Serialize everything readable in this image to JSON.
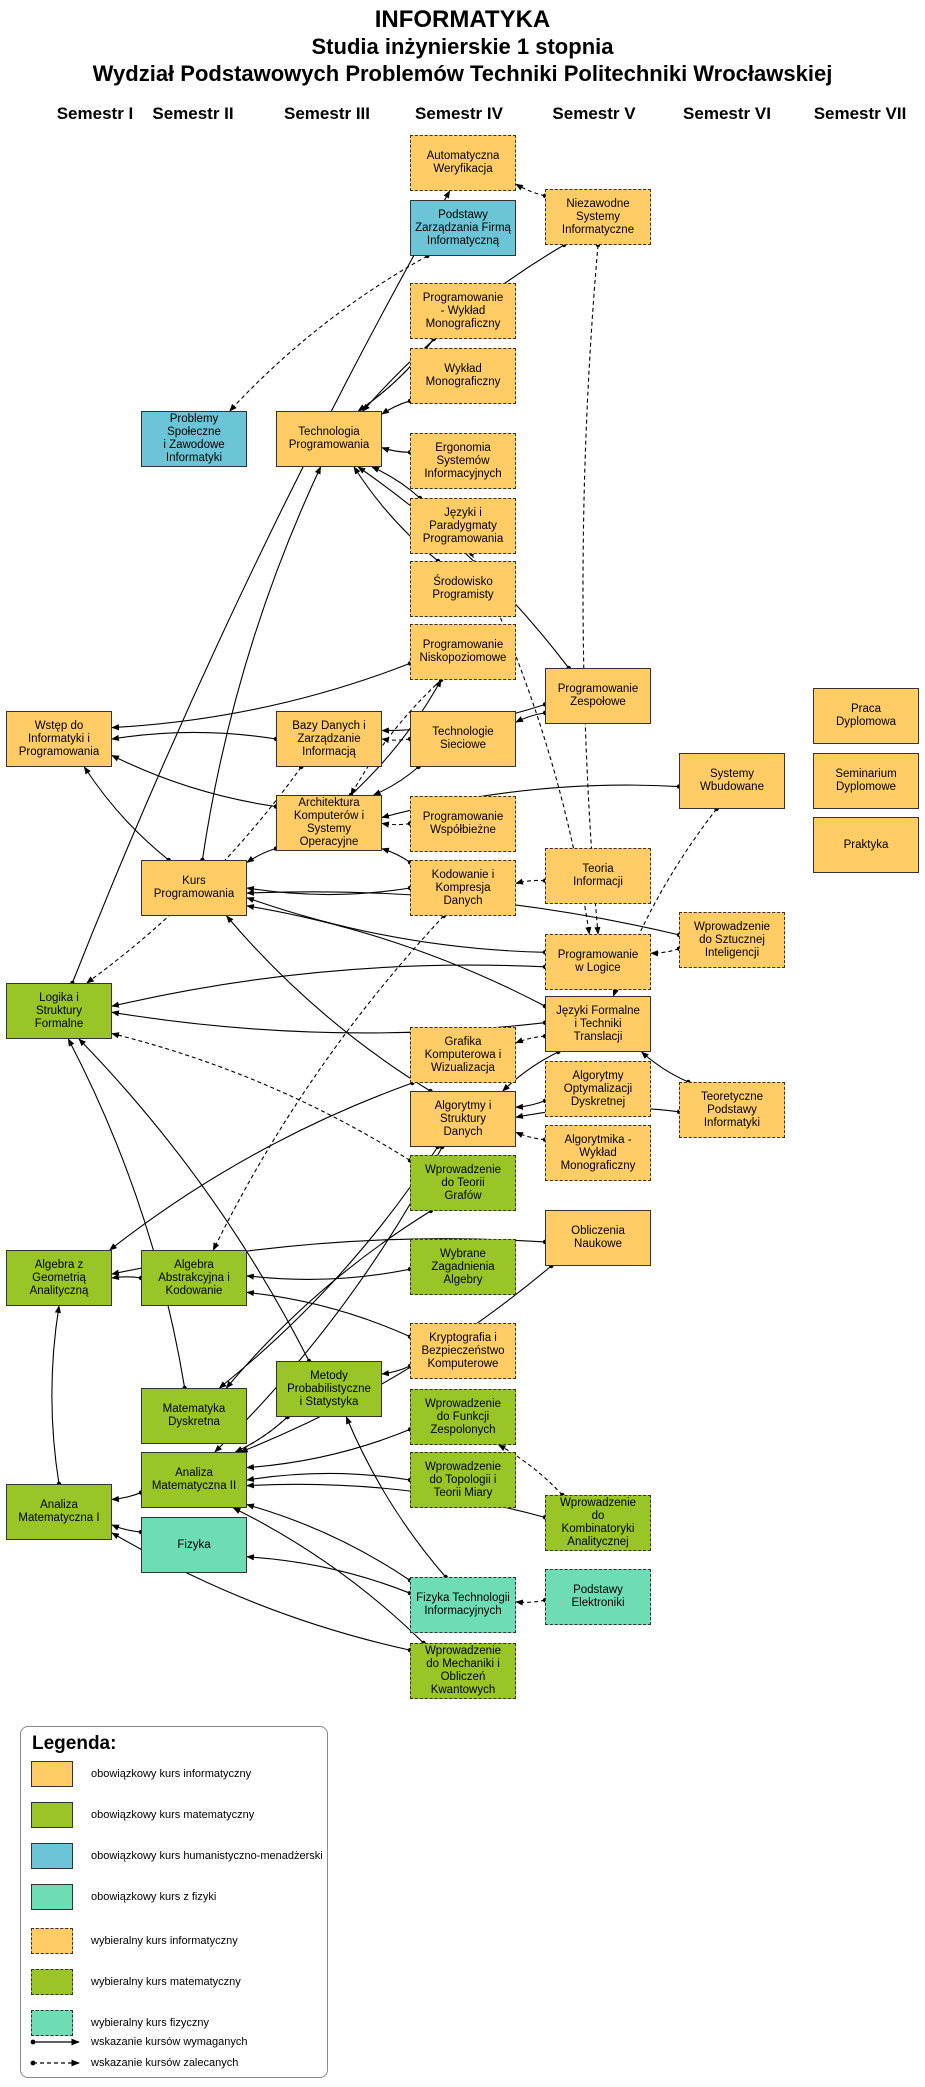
{
  "title": {
    "line1": "INFORMATYKA",
    "line2": "Studia inżynierskie 1 stopnia",
    "line3": "Wydział Podstawowych Problemów Techniki Politechniki Wrocławskiej"
  },
  "semesters": [
    "Semestr I",
    "Semestr II",
    "Semestr III",
    "Semestr IV",
    "Semestr V",
    "Semestr VI",
    "Semestr VII"
  ],
  "colors": {
    "informatics": "#FFCC66",
    "mathematics": "#99C626",
    "humanities": "#6CC5D6",
    "physics": "#6EDCB4"
  },
  "courses": [
    {
      "id": "aw",
      "label": "Automatyczna\nWeryfikacja",
      "cat": "inf",
      "style": "dashed"
    },
    {
      "id": "nsi",
      "label": "Niezawodne\nSystemy\nInformatyczne",
      "cat": "inf",
      "style": "dashed"
    },
    {
      "id": "pzf",
      "label": "Podstawy\nZarządzania Firmą\nInformatyczną",
      "cat": "hum",
      "style": "solid"
    },
    {
      "id": "pwm",
      "label": "Programowanie\n- Wykład\nMonograficzny",
      "cat": "inf",
      "style": "dashed"
    },
    {
      "id": "wm",
      "label": "Wykład\nMonograficzny",
      "cat": "inf",
      "style": "dashed"
    },
    {
      "id": "psz",
      "label": "Problemy Społeczne\ni Zawodowe\nInformatyki",
      "cat": "hum",
      "style": "solid"
    },
    {
      "id": "tp",
      "label": "Technologia\nProgramowania",
      "cat": "inf",
      "style": "solid"
    },
    {
      "id": "esi",
      "label": "Ergonomia\nSystemów\nInformacyjnych",
      "cat": "inf",
      "style": "dashed"
    },
    {
      "id": "jpp",
      "label": "Języki i\nParadygmaty\nProgramowania",
      "cat": "inf",
      "style": "dashed"
    },
    {
      "id": "sp",
      "label": "Środowisko\nProgramisty",
      "cat": "inf",
      "style": "dashed"
    },
    {
      "id": "pn",
      "label": "Programowanie\nNiskopoziomowe",
      "cat": "inf",
      "style": "dashed"
    },
    {
      "id": "pz",
      "label": "Programowanie\nZespołowe",
      "cat": "inf",
      "style": "solid"
    },
    {
      "id": "wip",
      "label": "Wstęp do\nInformatyki i\nProgramowania",
      "cat": "inf",
      "style": "solid"
    },
    {
      "id": "bdz",
      "label": "Bazy Danych i\nZarządzanie\nInformacją",
      "cat": "inf",
      "style": "solid"
    },
    {
      "id": "ts",
      "label": "Technologie\nSieciowe",
      "cat": "inf",
      "style": "solid"
    },
    {
      "id": "pd",
      "label": "Praca\nDyplomowa",
      "cat": "inf",
      "style": "solid"
    },
    {
      "id": "sd",
      "label": "Seminarium\nDyplomowe",
      "cat": "inf",
      "style": "solid"
    },
    {
      "id": "pr",
      "label": "Praktyka",
      "cat": "inf",
      "style": "solid"
    },
    {
      "id": "sw",
      "label": "Systemy\nWbudowane",
      "cat": "inf",
      "style": "solid"
    },
    {
      "id": "akso",
      "label": "Architektura\nKomputerów i\nSystemy\nOperacyjne",
      "cat": "inf",
      "style": "solid"
    },
    {
      "id": "pws",
      "label": "Programowanie\nWspółbieżne",
      "cat": "inf",
      "style": "dashed"
    },
    {
      "id": "ti",
      "label": "Teoria\nInformacji",
      "cat": "inf",
      "style": "dashed"
    },
    {
      "id": "kp",
      "label": "Kurs\nProgramowania",
      "cat": "inf",
      "style": "solid"
    },
    {
      "id": "kkd",
      "label": "Kodowanie i\nKompresja\nDanych",
      "cat": "inf",
      "style": "dashed"
    },
    {
      "id": "wsi",
      "label": "Wprowadzenie\ndo Sztucznej\nInteligencji",
      "cat": "inf",
      "style": "dashed"
    },
    {
      "id": "pwl",
      "label": "Programowanie\nw Logice",
      "cat": "inf",
      "style": "dashed"
    },
    {
      "id": "lsf",
      "label": "Logika i\nStruktury\nFormalne",
      "cat": "mat",
      "style": "solid"
    },
    {
      "id": "jftt",
      "label": "Języki Formalne\ni Techniki\nTranslacji",
      "cat": "inf",
      "style": "solid"
    },
    {
      "id": "gkw",
      "label": "Grafika\nKomputerowa i\nWizualizacja",
      "cat": "inf",
      "style": "dashed"
    },
    {
      "id": "aod",
      "label": "Algorytmy\nOptymalizacji\nDyskretnej",
      "cat": "inf",
      "style": "dashed"
    },
    {
      "id": "tpi",
      "label": "Teoretyczne\nPodstawy\nInformatyki",
      "cat": "inf",
      "style": "dashed"
    },
    {
      "id": "aisd",
      "label": "Algorytmy i\nStruktury\nDanych",
      "cat": "inf",
      "style": "solid"
    },
    {
      "id": "awm",
      "label": "Algorytmika -\nWykład\nMonograficzny",
      "cat": "inf",
      "style": "dashed"
    },
    {
      "id": "wtg",
      "label": "Wprowadzenie\ndo Teorii\nGrafów",
      "cat": "mat",
      "style": "dashed"
    },
    {
      "id": "on",
      "label": "Obliczenia\nNaukowe",
      "cat": "inf",
      "style": "solid"
    },
    {
      "id": "aga",
      "label": "Algebra z\nGeometrią\nAnalityczną",
      "cat": "mat",
      "style": "solid"
    },
    {
      "id": "aak",
      "label": "Algebra\nAbstrakcyjna i\nKodowanie",
      "cat": "mat",
      "style": "solid"
    },
    {
      "id": "wza",
      "label": "Wybrane\nZagadnienia\nAlgebry",
      "cat": "mat",
      "style": "dashed"
    },
    {
      "id": "kbk",
      "label": "Kryptografia i\nBezpieczeństwo\nKomputerowe",
      "cat": "inf",
      "style": "dashed"
    },
    {
      "id": "mps",
      "label": "Metody\nProbabilistyczne\ni Statystyka",
      "cat": "mat",
      "style": "solid"
    },
    {
      "id": "md",
      "label": "Matematyka\nDyskretna",
      "cat": "mat",
      "style": "solid"
    },
    {
      "id": "wfz",
      "label": "Wprowadzenie\ndo Funkcji\nZespolonych",
      "cat": "mat",
      "style": "dashed"
    },
    {
      "id": "am1",
      "label": "Analiza\nMatematyczna I",
      "cat": "mat",
      "style": "solid"
    },
    {
      "id": "am2",
      "label": "Analiza\nMatematyczna II",
      "cat": "mat",
      "style": "solid"
    },
    {
      "id": "wttm",
      "label": "Wprowadzenie\ndo Topologii i\nTeorii Miary",
      "cat": "mat",
      "style": "dashed"
    },
    {
      "id": "wka",
      "label": "Wprowadzenie\ndo\nKombinatoryki\nAnalitycznej",
      "cat": "mat",
      "style": "dashed"
    },
    {
      "id": "fiz",
      "label": "Fizyka",
      "cat": "fiz",
      "style": "solid"
    },
    {
      "id": "fti",
      "label": "Fizyka Technologii\nInformacyjnych",
      "cat": "fiz",
      "style": "dashed"
    },
    {
      "id": "pe",
      "label": "Podstawy Elektroniki",
      "cat": "fiz",
      "style": "dashed"
    },
    {
      "id": "wmok",
      "label": "Wprowadzenie\ndo Mechaniki i\nObliczeń\nKwantowych",
      "cat": "mat",
      "style": "dashed"
    }
  ],
  "required_edges": [
    [
      "lsf",
      "aw"
    ],
    [
      "nsi",
      "tp"
    ],
    [
      "pwm",
      "tp"
    ],
    [
      "wm",
      "tp"
    ],
    [
      "esi",
      "tp"
    ],
    [
      "jpp",
      "tp"
    ],
    [
      "sp",
      "tp"
    ],
    [
      "pz",
      "tp"
    ],
    [
      "pn",
      "wip"
    ],
    [
      "pz",
      "ts"
    ],
    [
      "pz",
      "bdz"
    ],
    [
      "bdz",
      "wip"
    ],
    [
      "akso",
      "wip"
    ],
    [
      "akso",
      "pn"
    ],
    [
      "ts",
      "akso"
    ],
    [
      "sw",
      "akso"
    ],
    [
      "kp",
      "wip"
    ],
    [
      "akso",
      "kp"
    ],
    [
      "kp",
      "tp"
    ],
    [
      "kkd",
      "akso"
    ],
    [
      "kkd",
      "kp"
    ],
    [
      "wsi",
      "kp"
    ],
    [
      "pwl",
      "kp"
    ],
    [
      "pwl",
      "lsf"
    ],
    [
      "jftt",
      "lsf"
    ],
    [
      "jftt",
      "kp"
    ],
    [
      "aisd",
      "kp"
    ],
    [
      "jftt",
      "aisd"
    ],
    [
      "tpi",
      "jftt"
    ],
    [
      "tpi",
      "aisd"
    ],
    [
      "aod",
      "aisd"
    ],
    [
      "gkw",
      "aga"
    ],
    [
      "aisd",
      "md"
    ],
    [
      "on",
      "aga"
    ],
    [
      "on",
      "am2"
    ],
    [
      "aak",
      "aga"
    ],
    [
      "wza",
      "aak"
    ],
    [
      "kbk",
      "aak"
    ],
    [
      "kbk",
      "mps"
    ],
    [
      "md",
      "lsf"
    ],
    [
      "mps",
      "am2"
    ],
    [
      "mps",
      "lsf"
    ],
    [
      "wfz",
      "am2"
    ],
    [
      "wttm",
      "am2"
    ],
    [
      "am2",
      "am1"
    ],
    [
      "wka",
      "am2"
    ],
    [
      "fiz",
      "am1"
    ],
    [
      "fti",
      "fiz"
    ],
    [
      "fti",
      "mps"
    ],
    [
      "fti",
      "am2"
    ],
    [
      "wmok",
      "am1"
    ],
    [
      "wmok",
      "am2"
    ],
    [
      "am1",
      "aga"
    ],
    [
      "wtg",
      "md"
    ],
    [
      "aisd",
      "am2"
    ]
  ],
  "recommended_edges": [
    [
      "nsi",
      "aw"
    ],
    [
      "pzf",
      "psz"
    ],
    [
      "pwm",
      "tp"
    ],
    [
      "nsi",
      "pwl"
    ],
    [
      "ts",
      "bdz"
    ],
    [
      "pn",
      "akso"
    ],
    [
      "pws",
      "akso"
    ],
    [
      "ti",
      "kkd"
    ],
    [
      "bdz",
      "lsf"
    ],
    [
      "kkd",
      "aak"
    ],
    [
      "jpp",
      "pwl"
    ],
    [
      "sw",
      "jftt"
    ],
    [
      "wsi",
      "pwl"
    ],
    [
      "jftt",
      "gkw"
    ],
    [
      "awm",
      "aisd"
    ],
    [
      "wtg",
      "lsf"
    ],
    [
      "mps",
      "am2"
    ],
    [
      "wka",
      "wfz"
    ],
    [
      "pe",
      "fti"
    ]
  ],
  "legend": {
    "title": "Legenda:",
    "items": [
      {
        "label": "obowiązkowy kurs informatyczny",
        "cat": "inf",
        "style": "solid"
      },
      {
        "label": "obowiązkowy kurs matematyczny",
        "cat": "mat",
        "style": "solid"
      },
      {
        "label": "obowiązkowy kurs humanistyczno-menadżerski",
        "cat": "hum",
        "style": "solid"
      },
      {
        "label": "obowiązkowy kurs z fizyki",
        "cat": "fiz",
        "style": "solid"
      },
      {
        "label": "wybieralny kurs informatyczny",
        "cat": "inf",
        "style": "dashed"
      },
      {
        "label": "wybieralny kurs matematyczny",
        "cat": "mat",
        "style": "dashed"
      },
      {
        "label": "wybieralny kurs fizyczny",
        "cat": "fiz",
        "style": "dashed"
      }
    ],
    "arrow_required": "wskazanie kursów wymaganych",
    "arrow_recommended": "wskazanie kursów zalecanych"
  }
}
